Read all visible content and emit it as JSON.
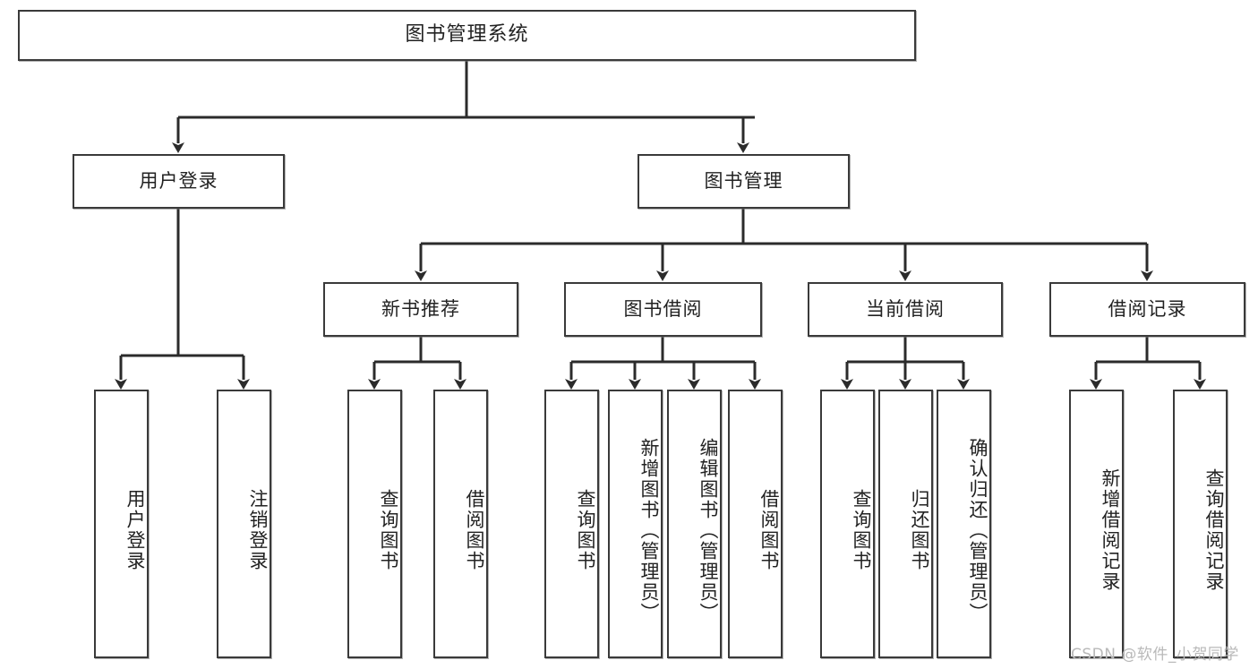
{
  "diagram": {
    "title": "图书管理系统",
    "type": "hierarchy-tree",
    "root": {
      "label": "图书管理系统"
    },
    "level2": [
      {
        "label": "用户登录"
      },
      {
        "label": "图书管理"
      }
    ],
    "level3": [
      {
        "label": "新书推荐"
      },
      {
        "label": "图书借阅"
      },
      {
        "label": "当前借阅"
      },
      {
        "label": "借阅记录"
      }
    ],
    "leaves": {
      "user_login": [
        {
          "label": "用户登录"
        },
        {
          "label": "注销登录"
        }
      ],
      "new_book_recommend": [
        {
          "label": "查询图书"
        },
        {
          "label": "借阅图书"
        }
      ],
      "book_borrow": [
        {
          "label": "查询图书"
        },
        {
          "label": "新增图书（管理员）"
        },
        {
          "label": "编辑图书（管理员）"
        },
        {
          "label": "借阅图书"
        }
      ],
      "current_borrow": [
        {
          "label": "查询图书"
        },
        {
          "label": "归还图书"
        },
        {
          "label": "确认归还（管理员）"
        }
      ],
      "borrow_record": [
        {
          "label": "新增借阅记录"
        },
        {
          "label": "查询借阅记录"
        }
      ]
    }
  },
  "watermark": {
    "text": "CSDN @软件_小贺同学"
  },
  "colors": {
    "box_border": "#3a3a3a",
    "edge": "#2b2b2b",
    "text": "#222222",
    "background": "#ffffff",
    "watermark": "#b9b9b9"
  }
}
